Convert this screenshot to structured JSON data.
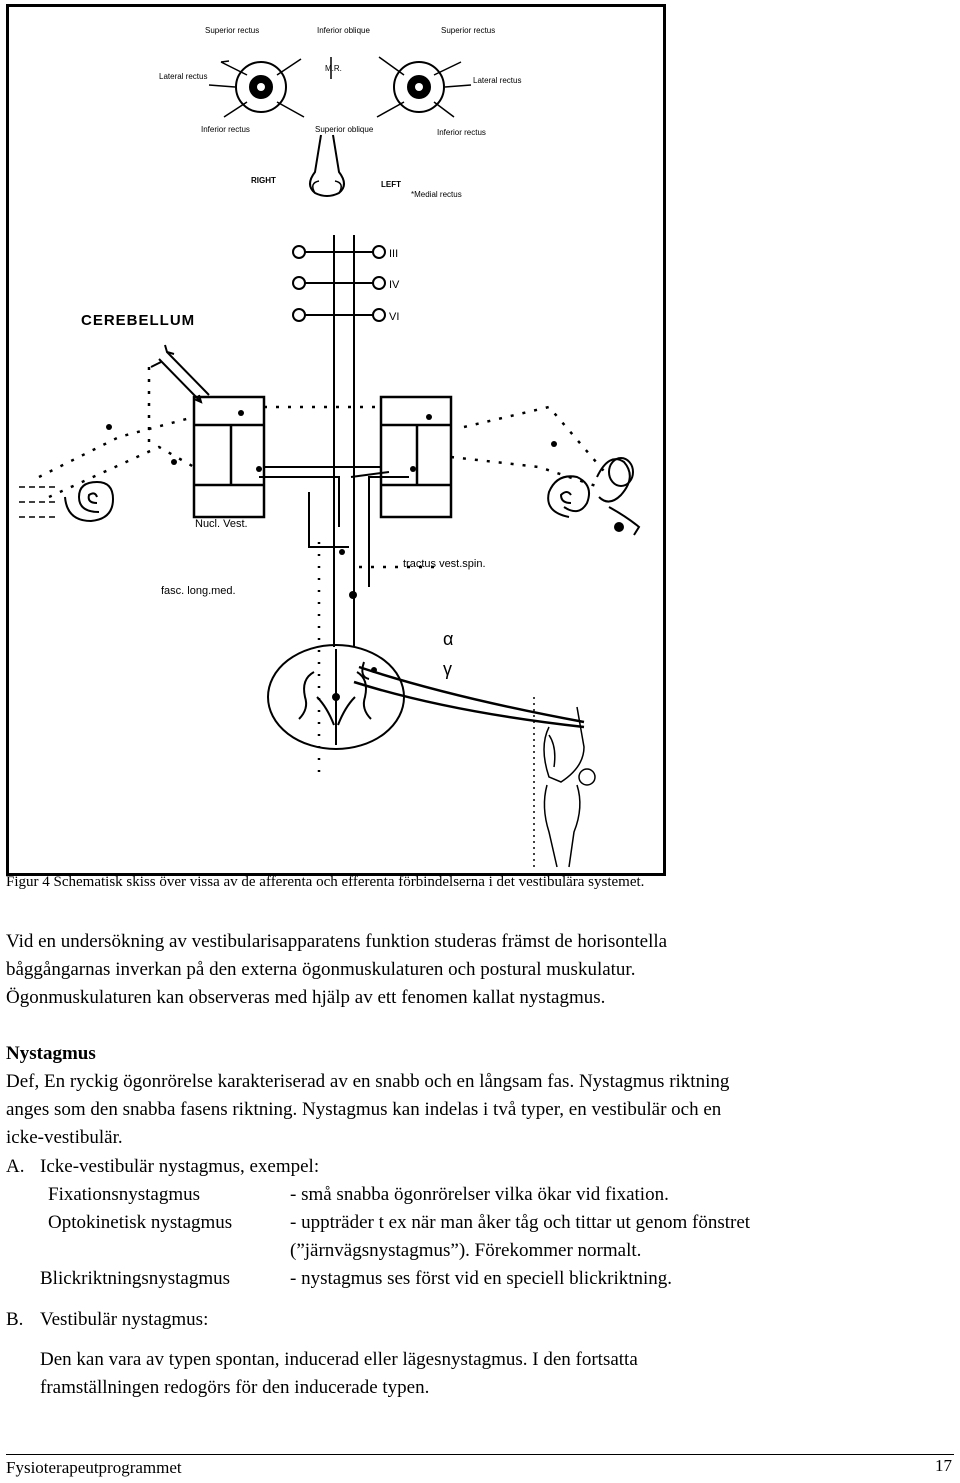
{
  "figure": {
    "muscle_labels": {
      "right_superior_rectus": "Superior rectus",
      "inferior_oblique": "Inferior oblique",
      "left_superior_rectus": "Superior rectus",
      "right_lateral_rectus": "Lateral rectus",
      "mr": "M.R.",
      "left_lateral_rectus": "Lateral rectus",
      "right_inferior_rectus": "Inferior rectus",
      "superior_oblique": "Superior oblique",
      "left_inferior_rectus": "Inferior rectus"
    },
    "right": "RIGHT",
    "left": "LEFT",
    "medial_rectus": "*Medial rectus",
    "nerve_iii": "III",
    "nerve_iv": "IV",
    "nerve_vi": "VI",
    "cerebellum": "CEREBELLUM",
    "nucl_vest": "Nucl. Vest.",
    "tractus": "tractus vest.spin.",
    "fasc": "fasc. long.med.",
    "alpha": "α",
    "gamma": "γ"
  },
  "caption": "Figur 4 Schematisk skiss över vissa av de afferenta och efferenta förbindelserna i det vestibulära systemet.",
  "paragraph1": {
    "line1": "Vid en undersökning av vestibularisapparatens funktion studeras främst de horisontella",
    "line2": "båggångarnas inverkan på den externa ögonmuskulaturen och postural muskulatur.",
    "line3": "Ögonmuskulaturen kan observeras med hjälp av ett fenomen kallat nystagmus."
  },
  "nystagmus": {
    "heading": "Nystagmus",
    "line1": "Def, En ryckig ögonrörelse karakteriserad av en snabb och en långsam fas. Nystagmus riktning",
    "line2": "anges som den snabba fasens riktning. Nystagmus kan indelas i två typer, en vestibulär och en",
    "line3": "icke-vestibulär."
  },
  "section_a": {
    "marker": "A.",
    "title": "Icke-vestibulär nystagmus, exempel:",
    "items": [
      {
        "term": "Fixationsnystagmus",
        "desc": "- små snabba ögonrörelser vilka ökar vid fixation."
      },
      {
        "term": "Optokinetisk nystagmus",
        "desc": "- uppträder t ex när man åker tåg och tittar ut genom fönstret"
      },
      {
        "term": "",
        "desc": "(”järnvägsnystagmus”). Förekommer normalt."
      },
      {
        "term": "Blickriktningsnystagmus",
        "desc": "- nystagmus ses först vid en speciell blickriktning."
      }
    ]
  },
  "section_b": {
    "marker": "B.",
    "title": "Vestibulär nystagmus:",
    "line1": "Den kan vara av typen spontan, inducerad eller lägesnystagmus. I den fortsatta",
    "line2": "framställningen redogörs för den inducerade typen."
  },
  "footer": {
    "left": "Fysioterapeutprogrammet",
    "page": "17"
  }
}
